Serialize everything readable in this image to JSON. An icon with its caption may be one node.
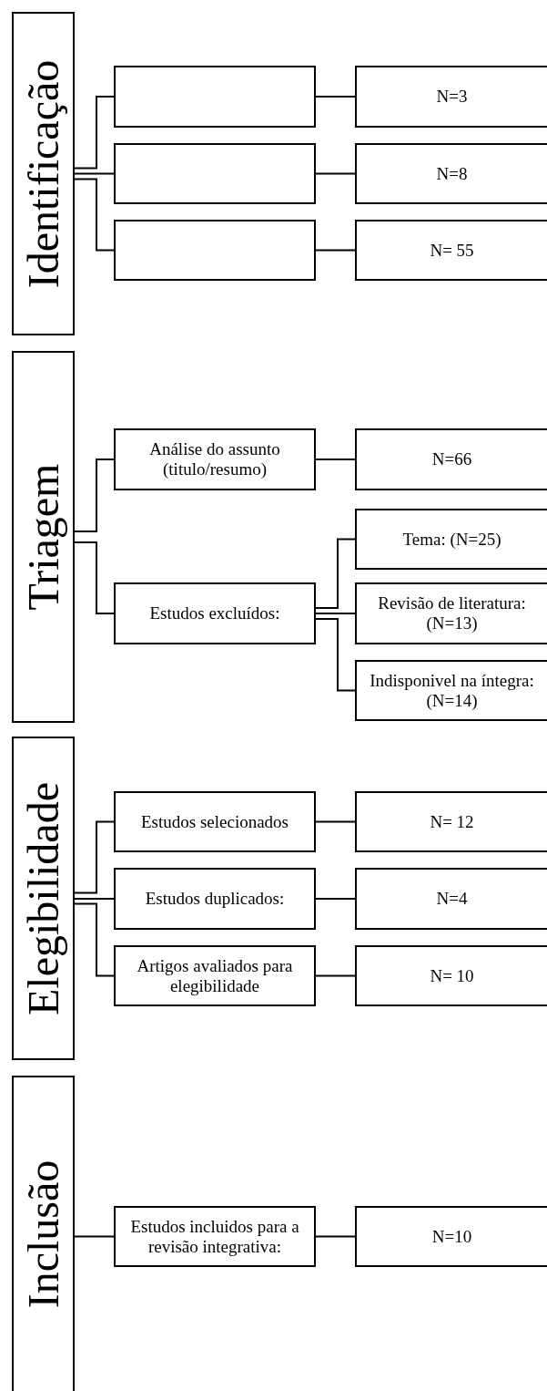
{
  "diagram": {
    "nodes": [
      {
        "text": [
          "Identificação"
        ]
      },
      {
        "text": [],
        "shape": "box"
      },
      {
        "text": [
          "N=3"
        ]
      },
      {
        "text": [],
        "shape": "box"
      },
      {
        "text": [
          "N=8"
        ]
      },
      {
        "text": [],
        "shape": "box"
      },
      {
        "text": [
          "N= 55"
        ]
      },
      {
        "text": [
          "Triagem"
        ]
      },
      {
        "text": [
          "Análise do assunto (titulo/resumo)"
        ]
      },
      {
        "text": [
          "N=66"
        ]
      },
      {
        "text": [
          "Estudos excluídos:"
        ]
      },
      {
        "text": [
          "Tema: (N=25)"
        ]
      },
      {
        "text": [
          "Revisão de literatura: (N=13)"
        ]
      },
      {
        "text": [
          "Indisponivel na íntegra: (N=14)"
        ]
      },
      {
        "text": [
          "Elegibilidade"
        ]
      },
      {
        "text": [
          "Estudos selecionados"
        ]
      },
      {
        "text": [
          "N= 12"
        ]
      },
      {
        "text": [
          "Estudos duplicados:"
        ]
      },
      {
        "text": [
          "N=4"
        ]
      },
      {
        "text": [
          "Artigos avaliados para elegibilidade"
        ]
      },
      {
        "text": [
          "N= 10"
        ]
      },
      {
        "text": [
          "Inclusão"
        ]
      },
      {
        "text": [
          "Estudos incluidos para a revisão integrativa:"
        ]
      },
      {
        "text": [
          "N=10"
        ]
      }
    ],
    "edges": [
      {
        "from": 0,
        "to": 1,
        "arrow": "none"
      },
      {
        "from": 0,
        "to": 3,
        "arrow": "none"
      },
      {
        "from": 0,
        "to": 5,
        "arrow": "none"
      },
      {
        "from": 1,
        "to": 2,
        "arrow": "none"
      },
      {
        "from": 3,
        "to": 4,
        "arrow": "none"
      },
      {
        "from": 5,
        "to": 6,
        "arrow": "none"
      },
      {
        "from": 7,
        "to": 8,
        "arrow": "none"
      },
      {
        "from": 7,
        "to": 10,
        "arrow": "none"
      },
      {
        "from": 8,
        "to": 9,
        "arrow": "none"
      },
      {
        "from": 10,
        "to": 11,
        "arrow": "none"
      },
      {
        "from": 10,
        "to": 12,
        "arrow": "none"
      },
      {
        "from": 10,
        "to": 13,
        "arrow": "none"
      },
      {
        "from": 14,
        "to": 15,
        "arrow": "none"
      },
      {
        "from": 14,
        "to": 17,
        "arrow": "none"
      },
      {
        "from": 14,
        "to": 19,
        "arrow": "none"
      },
      {
        "from": 15,
        "to": 16,
        "arrow": "none"
      },
      {
        "from": 17,
        "to": 18,
        "arrow": "none"
      },
      {
        "from": 19,
        "to": 20,
        "arrow": "none"
      },
      {
        "from": 21,
        "to": 22,
        "arrow": "none"
      },
      {
        "from": 22,
        "to": 23,
        "arrow": "none"
      }
    ]
  }
}
